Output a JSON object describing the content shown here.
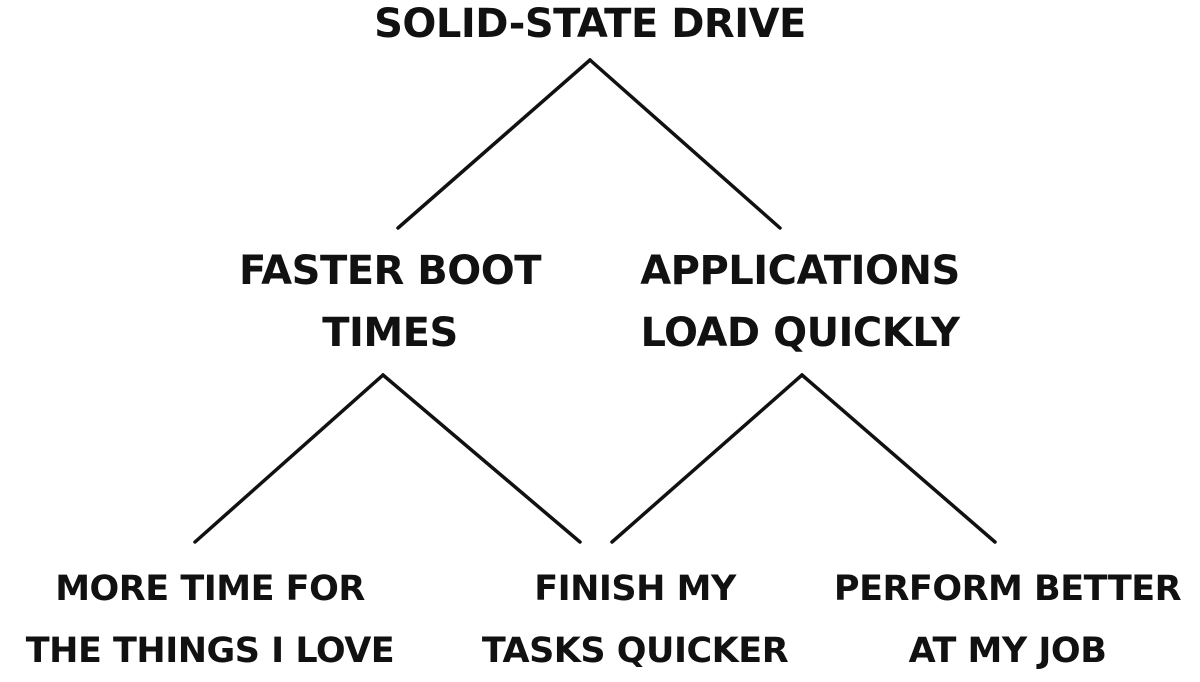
{
  "diagram": {
    "root": {
      "label": "SOLID-STATE DRIVE"
    },
    "middle": [
      {
        "line1": "FASTER BOOT",
        "line2": "TIMES"
      },
      {
        "line1": "APPLICATIONS",
        "line2": "LOAD QUICKLY"
      }
    ],
    "leaves": [
      {
        "line1": "MORE TIME FOR",
        "line2": "THE THINGS I LOVE"
      },
      {
        "line1": "FINISH MY",
        "line2": "TASKS QUICKER"
      },
      {
        "line1": "PERFORM BETTER",
        "line2": "AT MY JOB"
      }
    ],
    "colors": {
      "text": "#111111",
      "line": "#111111",
      "background": "#ffffff"
    }
  }
}
